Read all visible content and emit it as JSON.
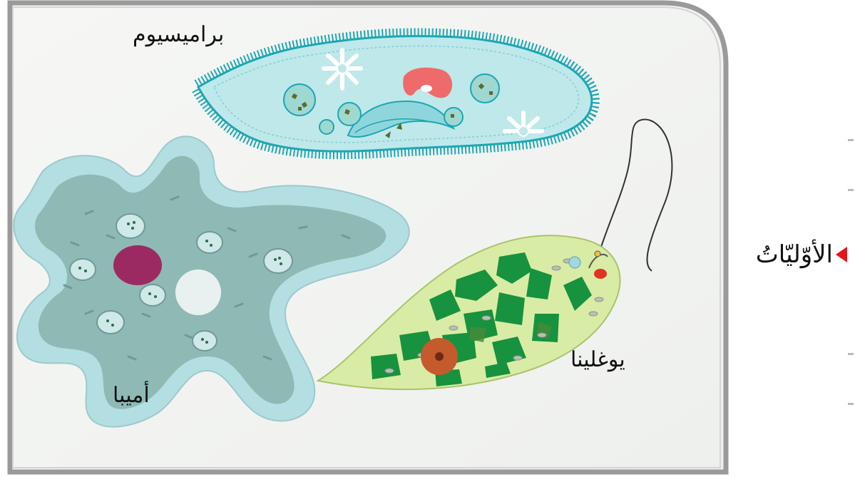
{
  "labels": {
    "paramecium": "براميسيوم",
    "amoeba": "أميبا",
    "euglena": "يوغلينا"
  },
  "side_heading": "الأوّليّاتُ",
  "colors": {
    "panel_border": "#9a9a9a",
    "panel_bg": "#f4f5f3",
    "marker": "#e3141b",
    "paramecium_body": "#bfe8ea",
    "paramecium_cilia": "#1aa7b5",
    "paramecium_macronucleus": "#ef6b6b",
    "amoeba_outer": "#b3dfe2",
    "amoeba_inner": "#8fb9b5",
    "amoeba_nucleus": "#9b2a62",
    "euglena_body": "#d9eca5",
    "euglena_chloroplast": "#17923e",
    "euglena_nucleus": "#c55a2c",
    "eyespot": "#e03322"
  }
}
